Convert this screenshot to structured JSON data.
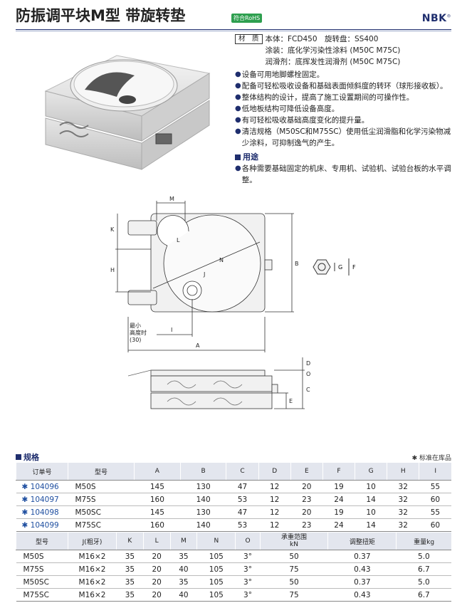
{
  "header": {
    "title": "防振调平块M型 带旋转垫",
    "rohs": "符合RoHS",
    "logo": "NBK",
    "logo_reg": "®"
  },
  "material": {
    "label": "材　质",
    "lines": [
      "本体：FCD450　旋转盘：SS400",
      "涂装：底化学污染性涂料 (M50C  M75C)",
      "润滑剂：底挥发性润滑剂 (M50C  M75C)"
    ]
  },
  "features": [
    "设备可用地脚螺栓固定。",
    "配备可轻松吸收设备和基础表面倾斜度的转环（球形接收板）。",
    "整体结构的设计，提高了施工设置期间的可操作性。",
    "低地板结构可降低设备高度。",
    "有可轻松吸收基础高度变化的提升量。",
    "清洁规格（M50SC和M75SC）使用低尘润滑脂和化学污染物减少涂料，可抑制逸气的产生。"
  ],
  "usage": {
    "title": "用途",
    "items": [
      "各种需要基础固定的机床、专用机、试验机、试验台板的水平调整。"
    ]
  },
  "drawing": {
    "labels": {
      "M": "M",
      "K": "K",
      "H": "H",
      "L": "L",
      "N": "N",
      "J": "J",
      "I": "I",
      "A": "A",
      "B": "B",
      "G": "G",
      "F": "F",
      "D": "D",
      "O": "O",
      "C": "C",
      "E": "E"
    },
    "min_height_lines": [
      "最小",
      "高度时",
      "(30)"
    ]
  },
  "spec": {
    "title": "规格",
    "note": "✱ 标准在库品",
    "table1": {
      "headers": [
        "订单号",
        "型号",
        "A",
        "B",
        "C",
        "D",
        "E",
        "F",
        "G",
        "H",
        "I"
      ],
      "rows": [
        [
          "✱ 104096",
          "M50S",
          "145",
          "130",
          "47",
          "12",
          "20",
          "19",
          "10",
          "32",
          "55"
        ],
        [
          "✱ 104097",
          "M75S",
          "160",
          "140",
          "53",
          "12",
          "23",
          "24",
          "14",
          "32",
          "60"
        ],
        [
          "✱ 104098",
          "M50SC",
          "145",
          "130",
          "47",
          "12",
          "20",
          "19",
          "10",
          "32",
          "55"
        ],
        [
          "✱ 104099",
          "M75SC",
          "160",
          "140",
          "53",
          "12",
          "23",
          "24",
          "14",
          "32",
          "60"
        ]
      ]
    },
    "table2": {
      "headers": [
        "型号",
        "J(粗牙)",
        "K",
        "L",
        "M",
        "N",
        "O",
        "承重范围\nkN",
        "调整扭矩",
        "重量kg"
      ],
      "rows": [
        [
          "M50S",
          "M16×2",
          "35",
          "20",
          "35",
          "105",
          "3°",
          "50",
          "0.37",
          "5.0"
        ],
        [
          "M75S",
          "M16×2",
          "35",
          "20",
          "40",
          "105",
          "3°",
          "75",
          "0.43",
          "6.7"
        ],
        [
          "M50SC",
          "M16×2",
          "35",
          "20",
          "35",
          "105",
          "3°",
          "50",
          "0.37",
          "5.0"
        ],
        [
          "M75SC",
          "M16×2",
          "35",
          "20",
          "40",
          "105",
          "3°",
          "75",
          "0.43",
          "6.7"
        ]
      ]
    }
  }
}
